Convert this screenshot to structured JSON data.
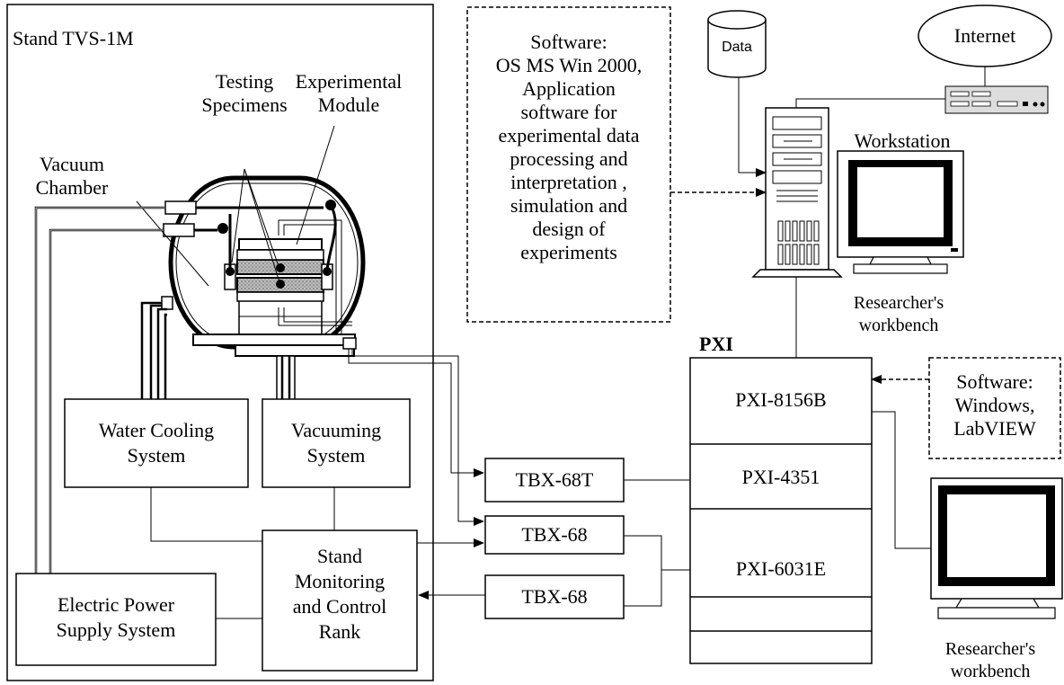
{
  "stand": {
    "title": "Stand TVS-1M",
    "testing_specimens": [
      "Testing",
      "Specimens"
    ],
    "experimental_module": [
      "Experimental",
      "Module"
    ],
    "vacuum_chamber": [
      "Vacuum",
      "Chamber"
    ],
    "water_cooling": [
      "Water Cooling",
      "System"
    ],
    "vacuuming": [
      "Vacuuming",
      "System"
    ],
    "power_supply": [
      "Electric Power",
      "Supply System"
    ],
    "monitoring": [
      "Stand",
      "Monitoring",
      "and Control",
      "Rank"
    ]
  },
  "software_main": {
    "lines": [
      "Software:",
      "OS MS Win 2000,",
      "Application",
      "software  for",
      "experimental data",
      "processing and",
      "interpretation ,",
      "simulation and",
      "design  of",
      "experiments"
    ]
  },
  "software_pxi": {
    "lines": [
      "Software:",
      "Windows,",
      "LabVIEW"
    ]
  },
  "data_store": {
    "label": "Data"
  },
  "internet": {
    "label": "Internet"
  },
  "workstation": {
    "label": "Workstation",
    "caption": [
      "Researcher's",
      "workbench"
    ]
  },
  "second_workbench": {
    "caption": [
      "Researcher's",
      "workbench"
    ]
  },
  "pxi": {
    "title": "PXI",
    "modules": [
      "PXI-8156B",
      "PXI-4351",
      "PXI-6031E"
    ]
  },
  "terminal_blocks": [
    "TBX-68T",
    "TBX-68",
    "TBX-68"
  ]
}
